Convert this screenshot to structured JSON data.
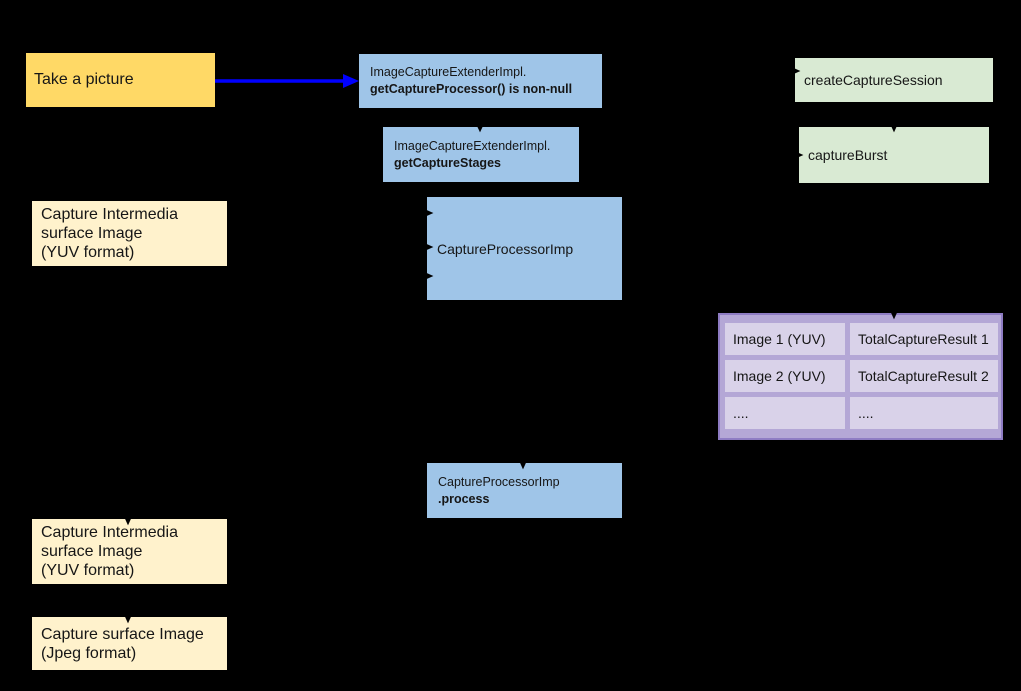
{
  "diagram": {
    "title_hint": "ImageCapture extender processing flow",
    "colors": {
      "background": "#000000",
      "node_blue": "#9fc5e8",
      "node_green": "#d9ead3",
      "node_yellow_dark": "#ffd966",
      "node_yellow_pale": "#fff2cc",
      "table_outer": "#b4a7d6",
      "table_border": "#8e7cc3",
      "table_cell": "#d9d2e9",
      "arrow_blue": "#0000ff",
      "arrow_black": "#000000",
      "text": "#161616"
    },
    "nodes": {
      "take_a_picture": {
        "label": "Take a picture"
      },
      "get_capture_processor": {
        "line1": "ImageCaptureExtenderImpl.",
        "line2": "getCaptureProcessor() is non-null"
      },
      "get_capture_stages": {
        "line1": "ImageCaptureExtenderImpl.",
        "line2": "getCaptureStages"
      },
      "create_capture_session": {
        "label": "createCaptureSession"
      },
      "capture_burst": {
        "label": "captureBurst"
      },
      "capture_intermedia_top": {
        "line1": "Capture Intermedia",
        "line2": "surface Image",
        "line3": "(YUV format)"
      },
      "capture_processor_imp": {
        "label": "CaptureProcessorImp"
      },
      "capture_processor_process": {
        "line1": "CaptureProcessorImp",
        "line2": ".process"
      },
      "capture_intermedia_bottom": {
        "line1": "Capture Intermedia",
        "line2": "surface Image",
        "line3": "(YUV format)"
      },
      "capture_surface_jpeg": {
        "line1": "Capture surface Image",
        "line2": "(Jpeg format)"
      }
    },
    "burst_table": {
      "rows": [
        [
          "Image 1 (YUV)",
          "TotalCaptureResult 1"
        ],
        [
          "Image 2 (YUV)",
          "TotalCaptureResult 2"
        ],
        [
          "....",
          "...."
        ]
      ]
    }
  }
}
